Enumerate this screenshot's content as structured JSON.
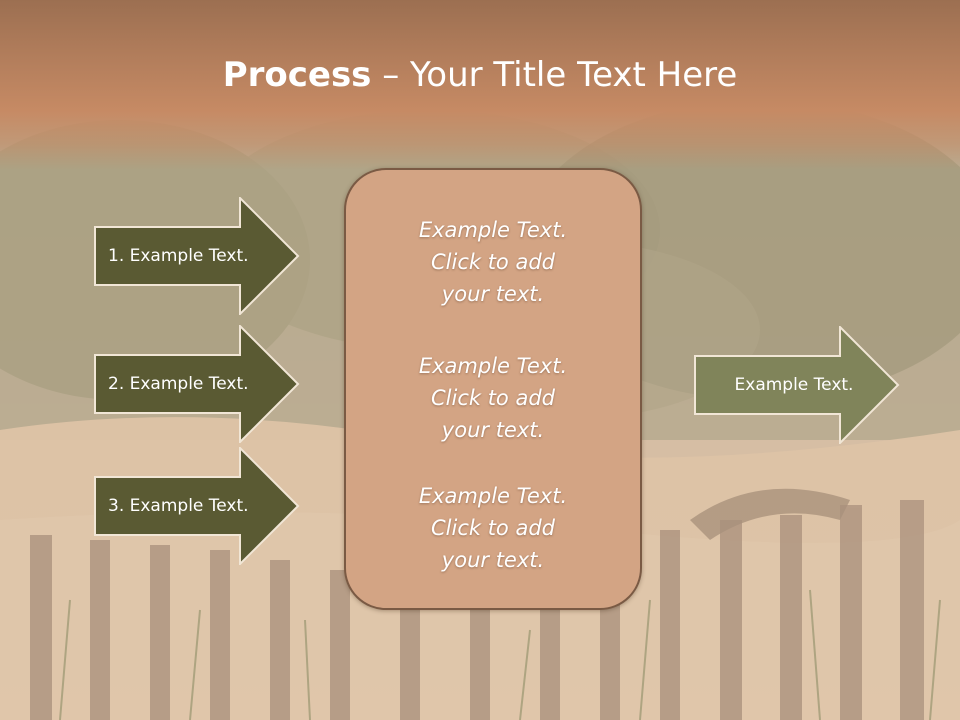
{
  "title": {
    "bold": "Process",
    "rest": " – Your Title Text Here"
  },
  "arrows": [
    {
      "label": "1. Example Text."
    },
    {
      "label": "2. Example Text."
    },
    {
      "label": "3. Example Text."
    }
  ],
  "right_arrow": {
    "label": "Example Text."
  },
  "panel": [
    {
      "line1": "Example Text.",
      "line2": "Click  to add",
      "line3": "your text."
    },
    {
      "line1": "Example Text.",
      "line2": "Click  to add",
      "line3": "your text."
    },
    {
      "line1": "Example Text.",
      "line2": "Click  to add",
      "line3": "your text."
    }
  ],
  "colors": {
    "left_arrow_fill": "#5a5a33",
    "right_arrow_fill": "#80845a",
    "panel_fill": "#d3a484",
    "title_band": "#b37e5c"
  }
}
